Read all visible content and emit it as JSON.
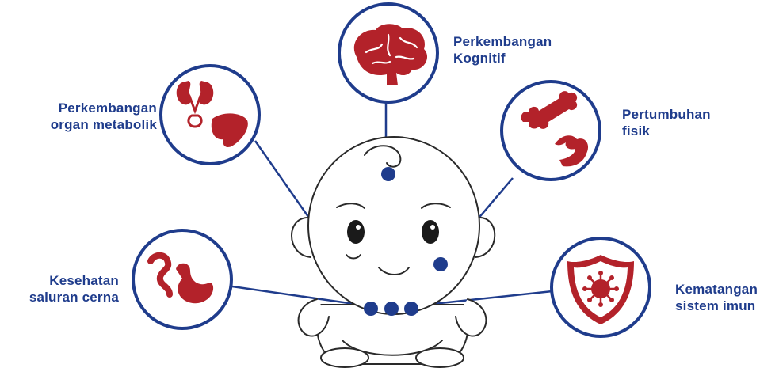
{
  "colors": {
    "accent_blue": "#1f3c8c",
    "organ_red": "#b3222a",
    "sketch_line": "#2a2a2a"
  },
  "nodes": {
    "cognitive": {
      "line1": "Perkembangan",
      "line2": "Kognitif",
      "icon": "brain-icon"
    },
    "metabolic": {
      "line1": "Perkembangan",
      "line2": "organ metabolik",
      "icon": "kidney-liver-icon"
    },
    "physical": {
      "line1": "Pertumbuhan",
      "line2": "fisik",
      "icon": "bone-muscle-icon"
    },
    "digestive": {
      "line1": "Kesehatan",
      "line2": "saluran cerna",
      "icon": "intestine-stomach-icon"
    },
    "immune": {
      "line1": "Kematangan",
      "line2": "sistem imun",
      "icon": "virus-shield-icon"
    }
  }
}
